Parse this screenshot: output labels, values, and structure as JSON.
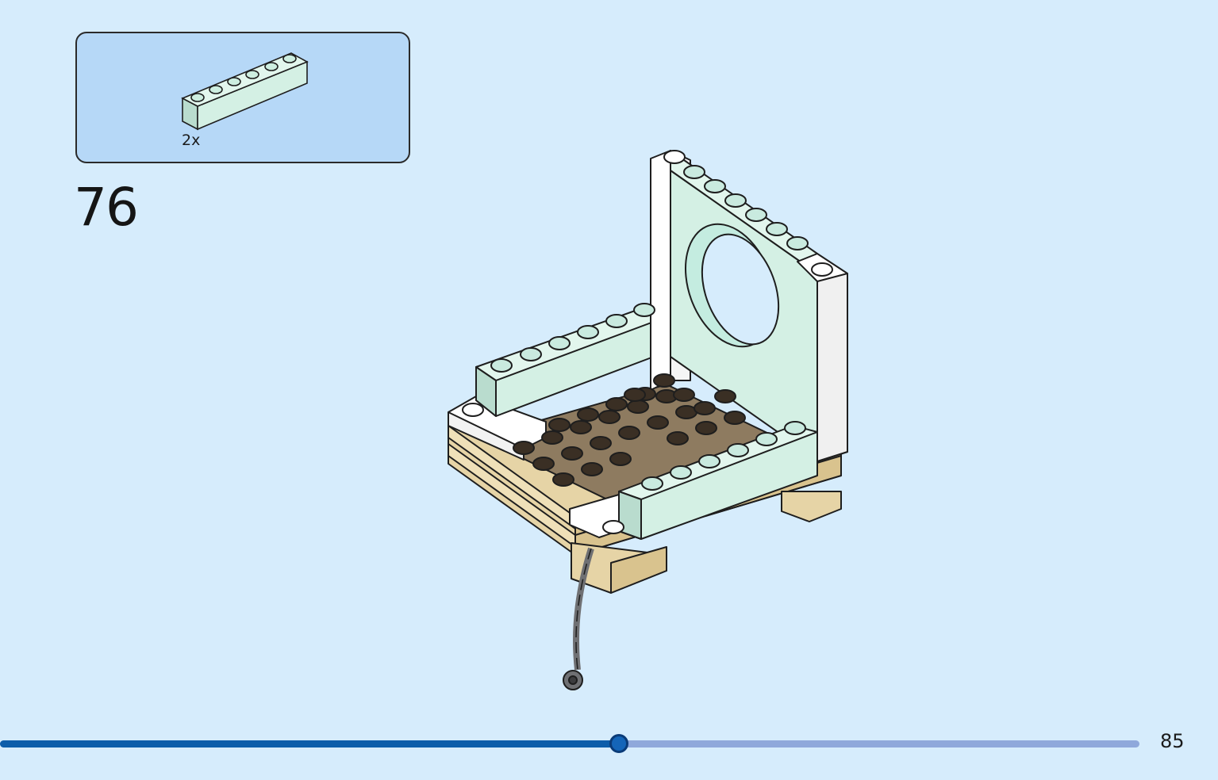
{
  "step": {
    "number": "76"
  },
  "parts_callout": {
    "quantity": "2x",
    "part_icon": "brick-1x6-light-aqua-icon"
  },
  "model": {
    "icon": "lego-model-assembly-icon"
  },
  "progress": {
    "fraction": 0.543
  },
  "page": {
    "number": "85"
  },
  "colors": {
    "background": "#d6ecfc",
    "callout_background": "#b6d8f7",
    "progress_fill": "#0c5daa",
    "progress_track": "#8fa8db",
    "brick_light_aqua": "#d4f0e4",
    "brick_white": "#ffffff",
    "brick_tan": "#e6d4a6",
    "plate_dark_tan": "#8e7b60",
    "chain_gray": "#6f7073"
  }
}
